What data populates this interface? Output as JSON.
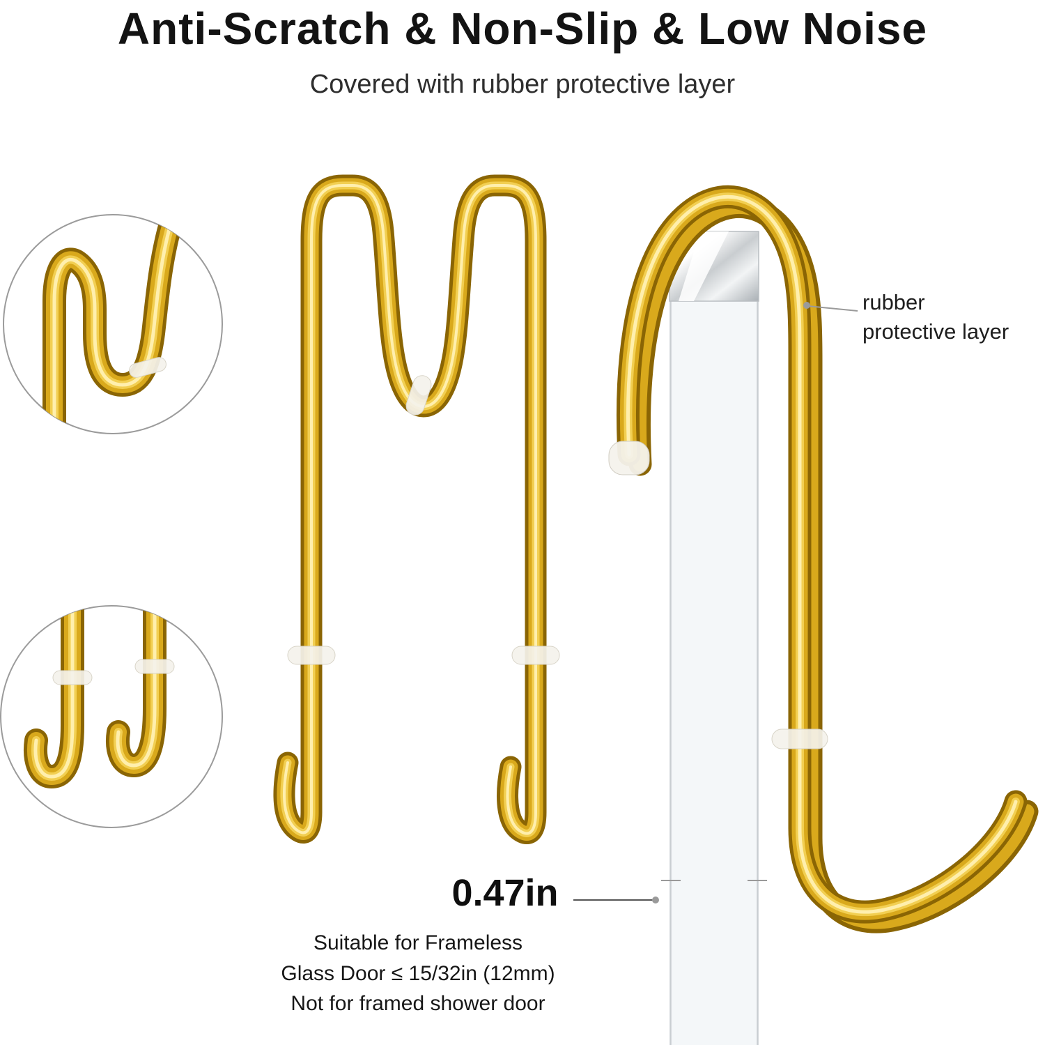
{
  "header": {
    "title": "Anti-Scratch & Non-Slip & Low Noise",
    "subtitle": "Covered with rubber protective layer"
  },
  "callout": {
    "line1": "rubber",
    "line2": "protective layer"
  },
  "dimension": {
    "value": "0.47in",
    "note_line1": "Suitable for Frameless",
    "note_line2": "Glass Door ≤ 15/32in (12mm)",
    "note_line3": "Not for framed shower door"
  },
  "colors": {
    "gold_base": "#8a6504",
    "gold_mid": "#d9a91c",
    "gold_light": "#f2cf52",
    "gold_core": "#ffefad",
    "ring_fill": "#f4f2ec",
    "ring_edge": "#d8d4c8",
    "circle_outline": "#9b9b9b",
    "glass_fill": "rgba(234,240,243,0.5)",
    "glass_edge": "#c9ced2",
    "chrome_light": "#ffffff",
    "chrome_pale": "#f2f4f5",
    "chrome_mid": "#c9cdd0",
    "chrome_dark": "#a9afb4",
    "chrome_streak": "rgba(255,255,255,0.85)",
    "leader": "#9a9a9a",
    "dim_line": "#555555"
  }
}
